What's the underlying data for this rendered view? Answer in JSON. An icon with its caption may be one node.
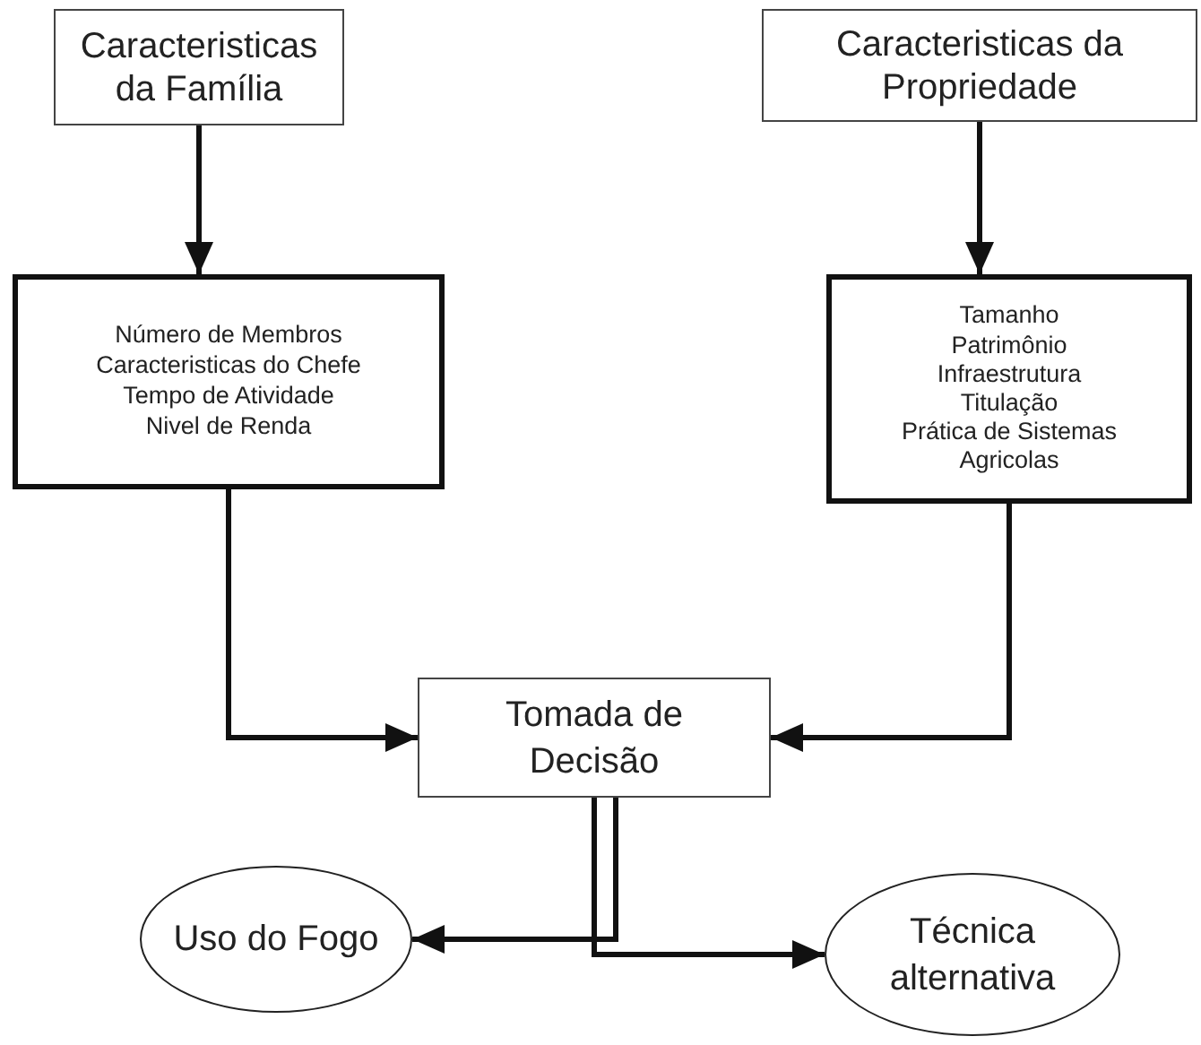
{
  "diagram": {
    "nodes": [
      {
        "text": [
          "Caracteristicas da Família"
        ]
      },
      {
        "text": [
          "Caracteristicas da Propriedade"
        ]
      },
      {
        "text": [
          "Número de Membros",
          "Caracteristicas do Chefe",
          "Tempo de Atividade",
          "Nivel de Renda"
        ]
      },
      {
        "text": [
          "Tamanho",
          "Patrimônio",
          "Infraestrutura",
          "Titulação",
          "Prática de Sistemas Agricolas"
        ]
      },
      {
        "text": [
          "Tomada de Decisão"
        ]
      },
      {
        "text": [
          "Uso do Fogo"
        ]
      },
      {
        "text": [
          "Técnica alternativa"
        ]
      }
    ],
    "edges": [
      {
        "from": 0,
        "to": 2,
        "arrow": "to"
      },
      {
        "from": 1,
        "to": 3,
        "arrow": "to"
      },
      {
        "from": 2,
        "to": 4,
        "arrow": "to"
      },
      {
        "from": 3,
        "to": 4,
        "arrow": "to"
      },
      {
        "from": 4,
        "to": 5,
        "arrow": "to"
      },
      {
        "from": 4,
        "to": 6,
        "arrow": "to"
      }
    ]
  }
}
